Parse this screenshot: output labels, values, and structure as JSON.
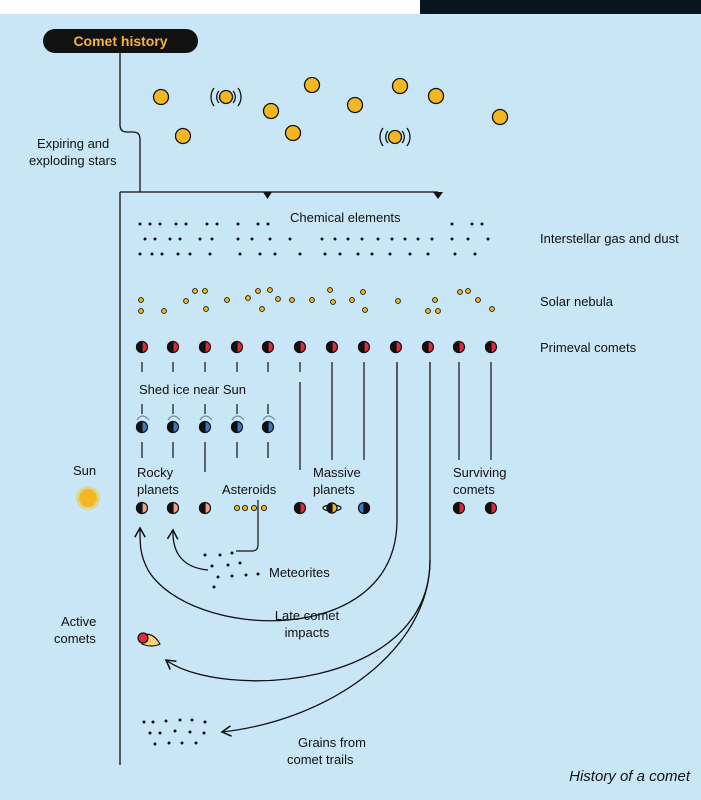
{
  "title": "Comet history",
  "caption": "History of a comet",
  "labels": {
    "expiring": [
      "Expiring and",
      "exploding stars"
    ],
    "chemical_elements": "Chemical elements",
    "interstellar": "Interstellar gas and dust",
    "solar_nebula": "Solar nebula",
    "primeval_comets": "Primeval comets",
    "shed_ice": "Shed ice near Sun",
    "sun": "Sun",
    "rocky_planets": [
      "Rocky",
      "planets"
    ],
    "asteroids": "Asteroids",
    "massive_planets": [
      "Massive",
      "planets"
    ],
    "surviving_comets": [
      "Surviving",
      "comets"
    ],
    "meteorites": "Meteorites",
    "late_impacts": [
      "Late comet",
      "impacts"
    ],
    "active_comets": [
      "Active",
      "comets"
    ],
    "grains": [
      "Grains from",
      "comet trails"
    ]
  },
  "colors": {
    "background": "#c9e6f6",
    "star": "#f5b623",
    "comet_red": "#e0293a",
    "ice_blue": "#3f78bf",
    "rocky": "#f1a184",
    "title_text": "#f3b43a",
    "line": "#111111"
  }
}
